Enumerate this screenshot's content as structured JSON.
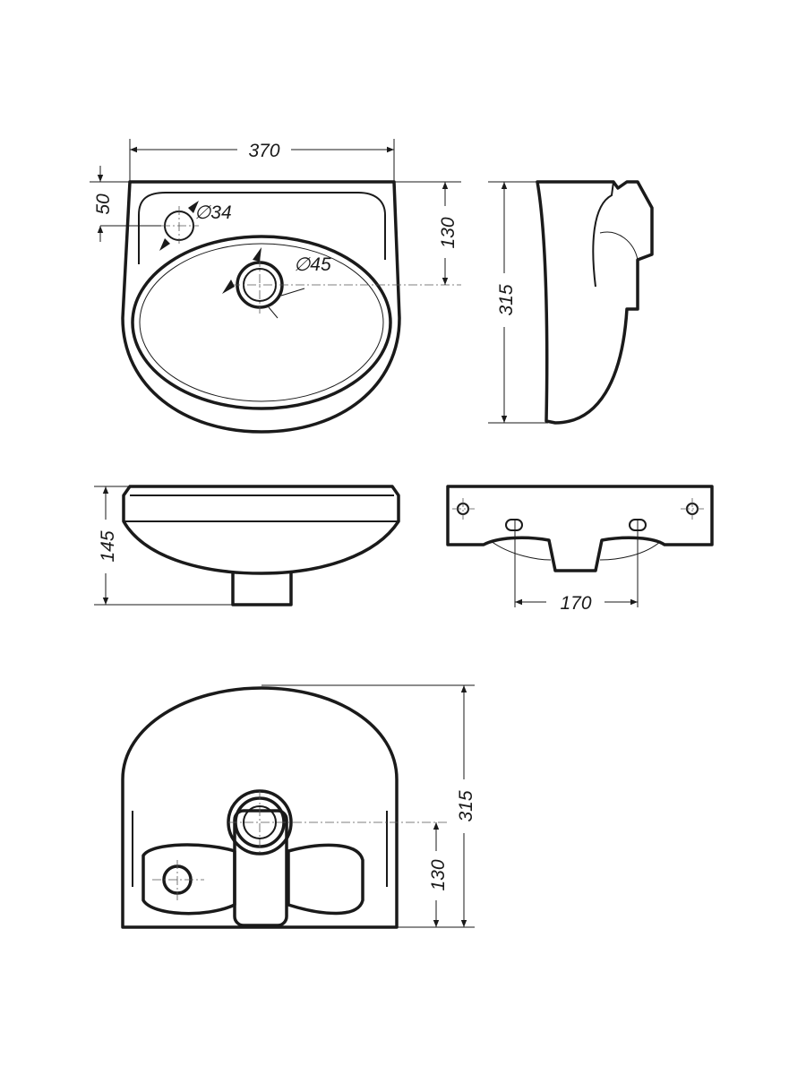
{
  "views": {
    "top": {
      "width_dim": "370",
      "tap_offset_dim": "50",
      "drain_offset_dim": "130",
      "tap_hole_dia": "∅34",
      "drain_hole_dia": "∅45"
    },
    "side": {
      "height_dim": "315"
    },
    "front": {
      "depth_dim": "145"
    },
    "back": {
      "mount_spacing_dim": "170"
    },
    "bottom": {
      "height_dim": "315",
      "drain_offset_dim": "130"
    }
  }
}
